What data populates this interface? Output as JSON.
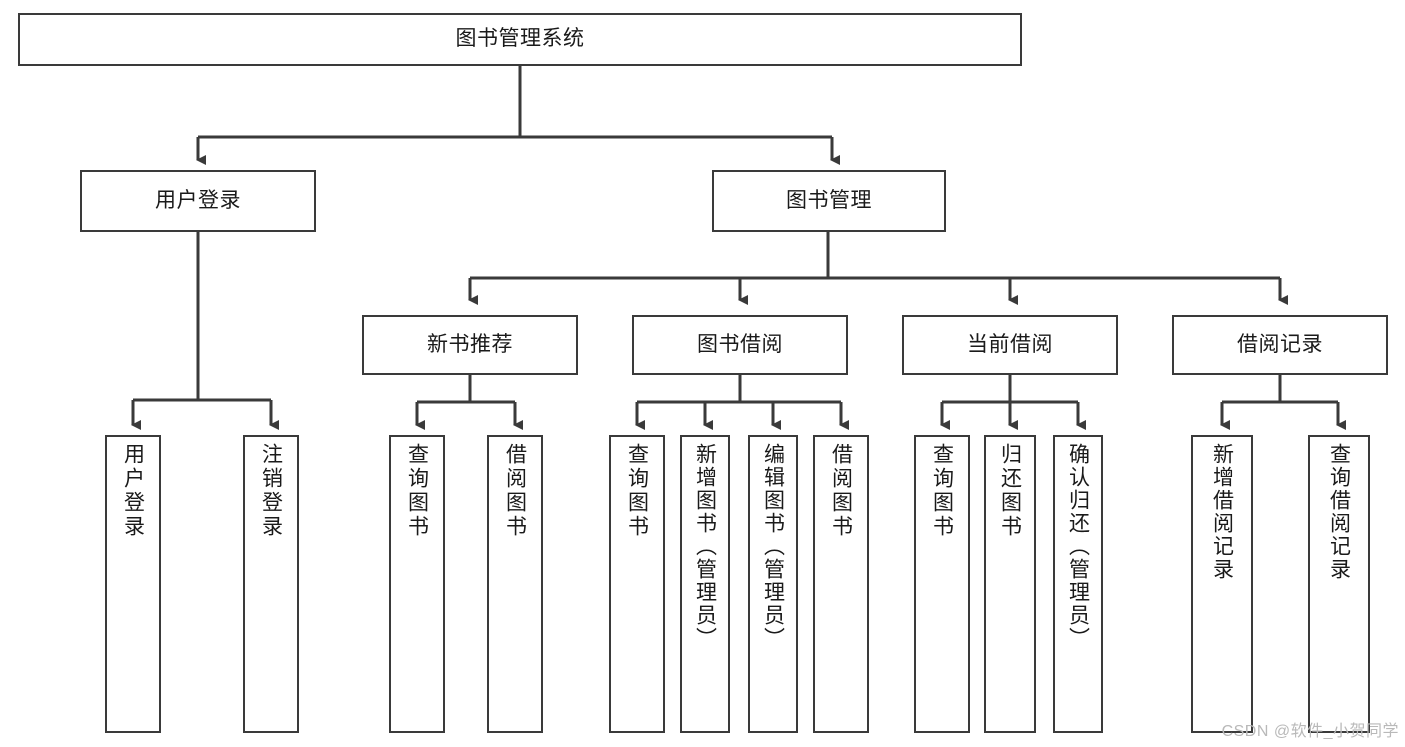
{
  "diagram": {
    "title": "图书管理系统",
    "type": "tree-hierarchy-chart",
    "levels": {
      "root": {
        "label": "图书管理系统"
      },
      "level2": [
        {
          "label": "用户登录"
        },
        {
          "label": "图书管理"
        }
      ],
      "level3": [
        {
          "label": "新书推荐"
        },
        {
          "label": "图书借阅"
        },
        {
          "label": "当前借阅"
        },
        {
          "label": "借阅记录"
        }
      ],
      "leaves": [
        {
          "label": "用户登录",
          "parent": "用户登录"
        },
        {
          "label": "注销登录",
          "parent": "用户登录"
        },
        {
          "label": "查询图书",
          "parent": "新书推荐"
        },
        {
          "label": "借阅图书",
          "parent": "新书推荐"
        },
        {
          "label": "查询图书",
          "parent": "图书借阅"
        },
        {
          "label": "新增图书（管理员）",
          "parent": "图书借阅"
        },
        {
          "label": "编辑图书（管理员）",
          "parent": "图书借阅"
        },
        {
          "label": "借阅图书",
          "parent": "图书借阅"
        },
        {
          "label": "查询图书",
          "parent": "当前借阅"
        },
        {
          "label": "归还图书",
          "parent": "当前借阅"
        },
        {
          "label": "确认归还（管理员）",
          "parent": "当前借阅"
        },
        {
          "label": "新增借阅记录",
          "parent": "借阅记录"
        },
        {
          "label": "查询借阅记录",
          "parent": "借阅记录"
        }
      ]
    },
    "colors": {
      "border": "#3a3a3a",
      "text": "#1a1a1a",
      "background": "#ffffff",
      "watermark": "#b9b9b9"
    }
  },
  "watermark": {
    "text": "CSDN @软件_小贺同学"
  }
}
